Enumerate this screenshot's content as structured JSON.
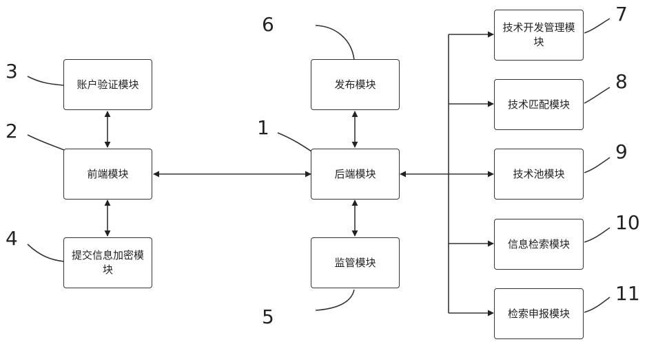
{
  "modules": {
    "account_verification": "账户验证模块",
    "frontend": "前端模块",
    "submit_encryption": "提交信息加密模块",
    "publish": "发布模块",
    "backend": "后端模块",
    "supervision": "监管模块",
    "tech_dev_management": "技术开发管理模块",
    "tech_matching": "技术匹配模块",
    "tech_pool": "技术池模块",
    "info_retrieval": "信息检索模块",
    "retrieval_declaration": "检索申报模块"
  },
  "labels": {
    "backend": "1",
    "frontend": "2",
    "account_verification": "3",
    "submit_encryption": "4",
    "supervision": "5",
    "publish": "6",
    "tech_dev_management": "7",
    "tech_matching": "8",
    "tech_pool": "9",
    "info_retrieval": "10",
    "retrieval_declaration": "11"
  },
  "colors": {
    "line": "#333333",
    "text": "#222222",
    "background": "#ffffff"
  }
}
